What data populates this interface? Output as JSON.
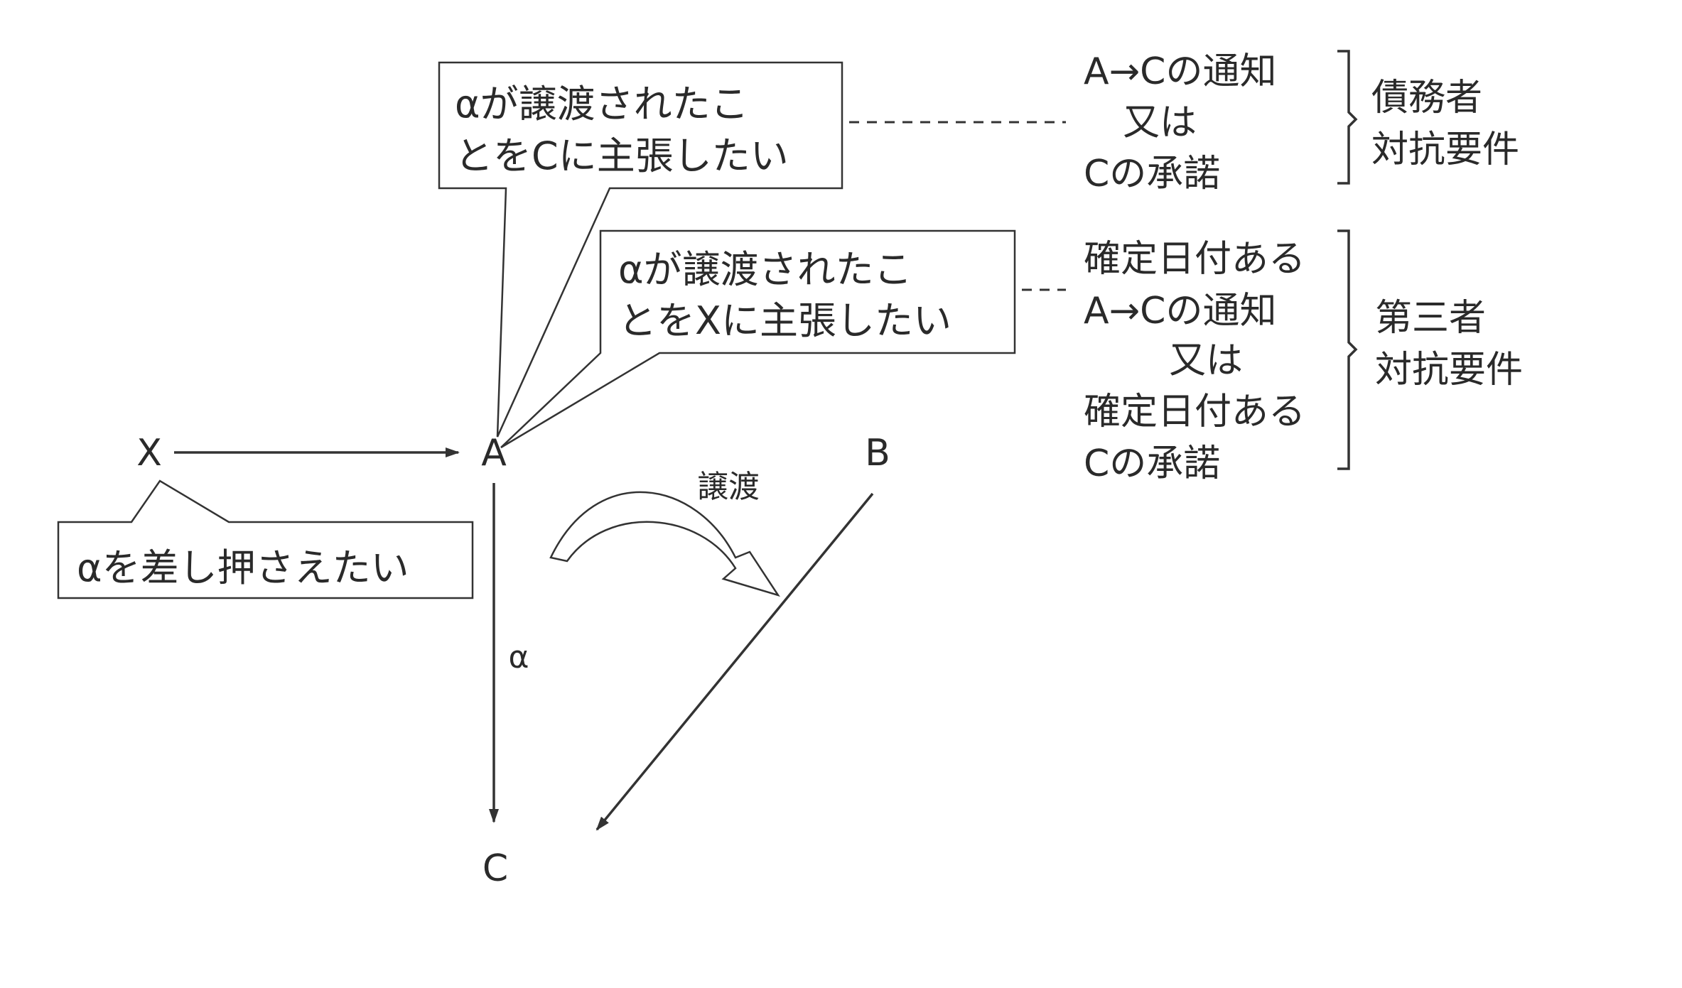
{
  "nodes": {
    "x": "X",
    "a": "A",
    "b": "B",
    "c": "C"
  },
  "edge_labels": {
    "alpha": "α",
    "transfer": "譲渡"
  },
  "bubbles": {
    "a_to_c": {
      "line1": "αが譲渡されたこ",
      "line2": "とをCに主張したい"
    },
    "a_to_x": {
      "line1": "αが譲渡されたこ",
      "line2": "とをXに主張したい"
    },
    "x": {
      "line1": "αを差し押さえたい"
    }
  },
  "requirements": {
    "debtor": {
      "lines": [
        "A→Cの通知",
        "又は",
        "Cの承諾"
      ],
      "label_line1": "債務者",
      "label_line2": "対抗要件"
    },
    "third_party": {
      "lines": [
        "確定日付ある",
        "A→Cの通知",
        "又は",
        "確定日付ある",
        "Cの承諾"
      ],
      "label_line1": "第三者",
      "label_line2": "対抗要件"
    }
  }
}
